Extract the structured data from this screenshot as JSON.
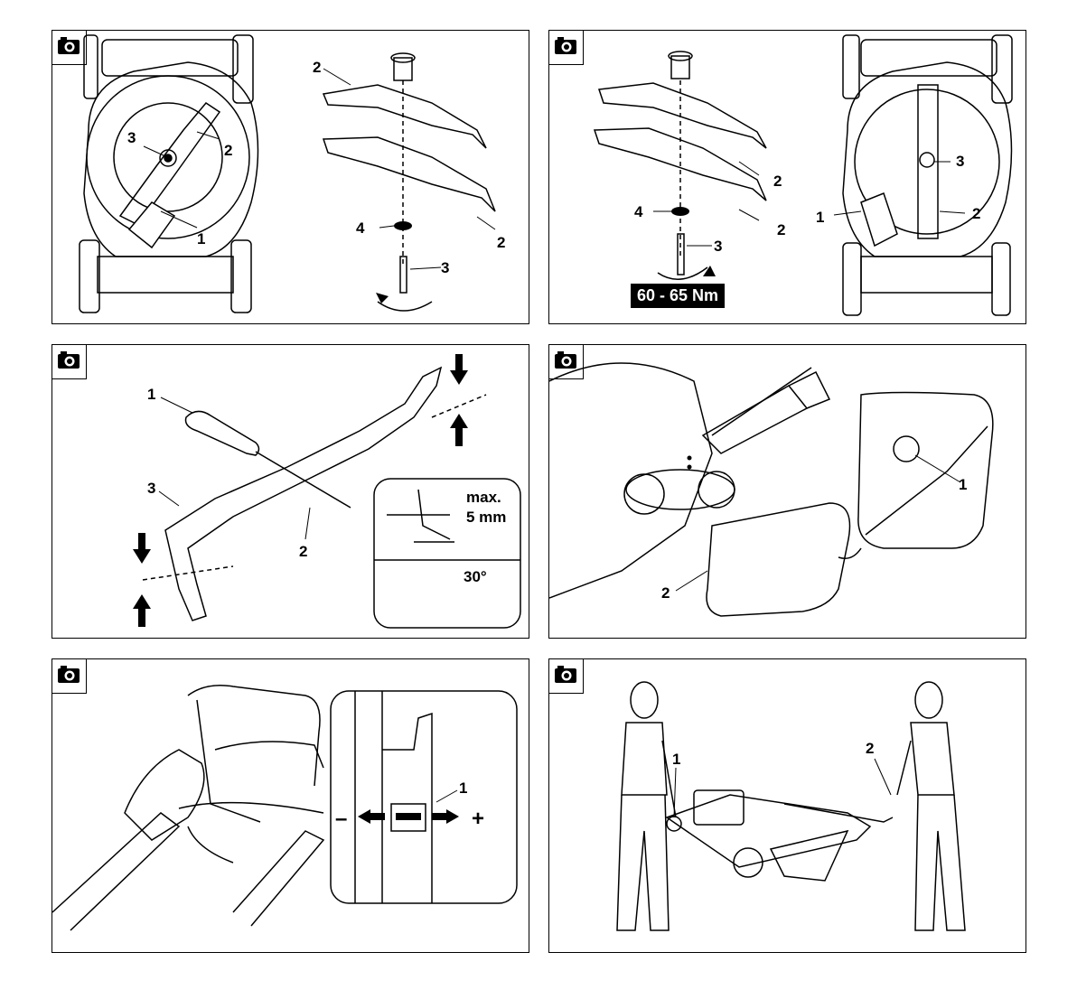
{
  "panels": [
    {
      "id": "blade-removal",
      "callouts": [
        "1",
        "2",
        "3",
        "2",
        "2",
        "4",
        "3"
      ]
    },
    {
      "id": "blade-install",
      "callouts": [
        "2",
        "2",
        "4",
        "3",
        "3",
        "1",
        "2"
      ],
      "torque": "60 - 65 Nm"
    },
    {
      "id": "blade-sharpen",
      "callouts": [
        "1",
        "3",
        "2"
      ],
      "inset": {
        "max_label": "max.",
        "max_value": "5 mm",
        "angle": "30°"
      }
    },
    {
      "id": "chain-lubrication",
      "callouts": [
        "1",
        "2"
      ]
    },
    {
      "id": "cable-adjust",
      "callouts": [
        "1"
      ],
      "minus": "–",
      "plus": "+"
    },
    {
      "id": "two-person-lift",
      "callouts": [
        "1",
        "2"
      ]
    }
  ],
  "icon": "camera-icon"
}
